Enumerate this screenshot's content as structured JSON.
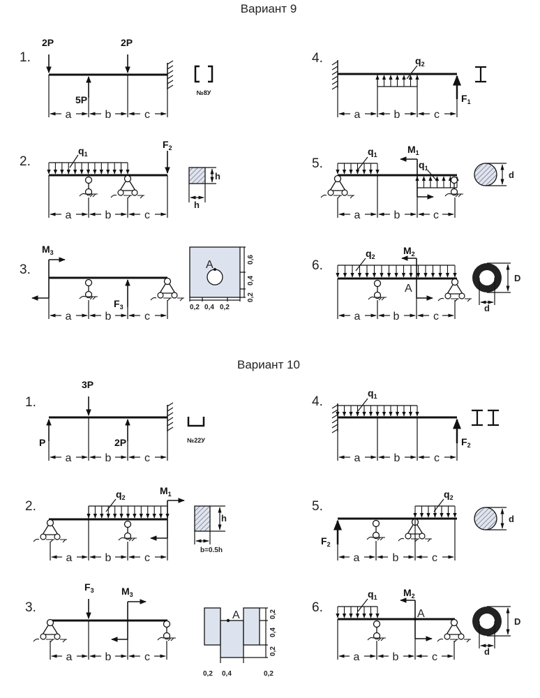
{
  "variants": [
    {
      "title": "Вариант 9",
      "problems": [
        {
          "number": "1.",
          "loads": [
            "2P",
            "5P",
            "2P"
          ],
          "support": "fixed-right",
          "section": {
            "type": "channel",
            "label": "№8У"
          }
        },
        {
          "number": "2.",
          "loads": [
            "q1",
            "F2"
          ],
          "section": {
            "type": "square",
            "labels": [
              "h",
              "h"
            ]
          }
        },
        {
          "number": "3.",
          "loads": [
            "M3",
            "F3"
          ],
          "section": {
            "type": "plate-with-hole",
            "point": "A",
            "dims_x": [
              "0,2",
              "0,4",
              "0,2"
            ],
            "dims_y": [
              "0,6",
              "0,4",
              "0,2"
            ]
          }
        },
        {
          "number": "4.",
          "loads": [
            "q2",
            "F1"
          ],
          "support": "fixed-left",
          "section": {
            "type": "i-beam"
          }
        },
        {
          "number": "5.",
          "loads": [
            "q1",
            "M1",
            "q1"
          ],
          "section": {
            "type": "circle",
            "label": "d"
          }
        },
        {
          "number": "6.",
          "loads": [
            "q2",
            "M2"
          ],
          "point": "A",
          "section": {
            "type": "ring",
            "labels": [
              "D",
              "d"
            ]
          }
        }
      ]
    },
    {
      "title": "Вариант 10",
      "problems": [
        {
          "number": "1.",
          "loads": [
            "3P",
            "P",
            "2P"
          ],
          "support": "fixed-right",
          "section": {
            "type": "channel",
            "label": "№22У"
          }
        },
        {
          "number": "2.",
          "loads": [
            "q2",
            "M1"
          ],
          "section": {
            "type": "rectangle",
            "labels": [
              "h",
              "b=0.5h"
            ]
          }
        },
        {
          "number": "3.",
          "loads": [
            "F3",
            "M3"
          ],
          "section": {
            "type": "stepped",
            "point": "A",
            "dims_x": [
              "0,2",
              "0,4",
              "0,2"
            ],
            "dims_y": [
              "0,2",
              "0,4",
              "0,2"
            ]
          }
        },
        {
          "number": "4.",
          "loads": [
            "q1",
            "F2"
          ],
          "support": "fixed-left",
          "section": {
            "type": "double-i-beam"
          }
        },
        {
          "number": "5.",
          "loads": [
            "q2",
            "F2"
          ],
          "section": {
            "type": "circle",
            "label": "d"
          }
        },
        {
          "number": "6.",
          "loads": [
            "q1",
            "M2"
          ],
          "point": "A",
          "section": {
            "type": "ring",
            "labels": [
              "D",
              "d"
            ]
          }
        }
      ]
    }
  ],
  "dims": [
    "a",
    "b",
    "c"
  ],
  "labels": {
    "q": "q",
    "F": "F",
    "M": "M",
    "P": "P",
    "s1": "1",
    "s2": "2",
    "s3": "3",
    "A": "A",
    "D": "D",
    "d": "d",
    "h": "h",
    "p2P": "2P",
    "p5P": "5P",
    "p3P": "3P",
    "pP": "P",
    "n8": "№8У",
    "n22": "№22У",
    "b05h": "b=0.5h",
    "v02": "0,2",
    "v04": "0,4",
    "v06": "0,6",
    "I1": "I",
    "I2": "II"
  },
  "colors": {
    "line": "#111111",
    "section_fill": "#dde3ee",
    "hatch": "#555555",
    "ring": "#222222"
  }
}
